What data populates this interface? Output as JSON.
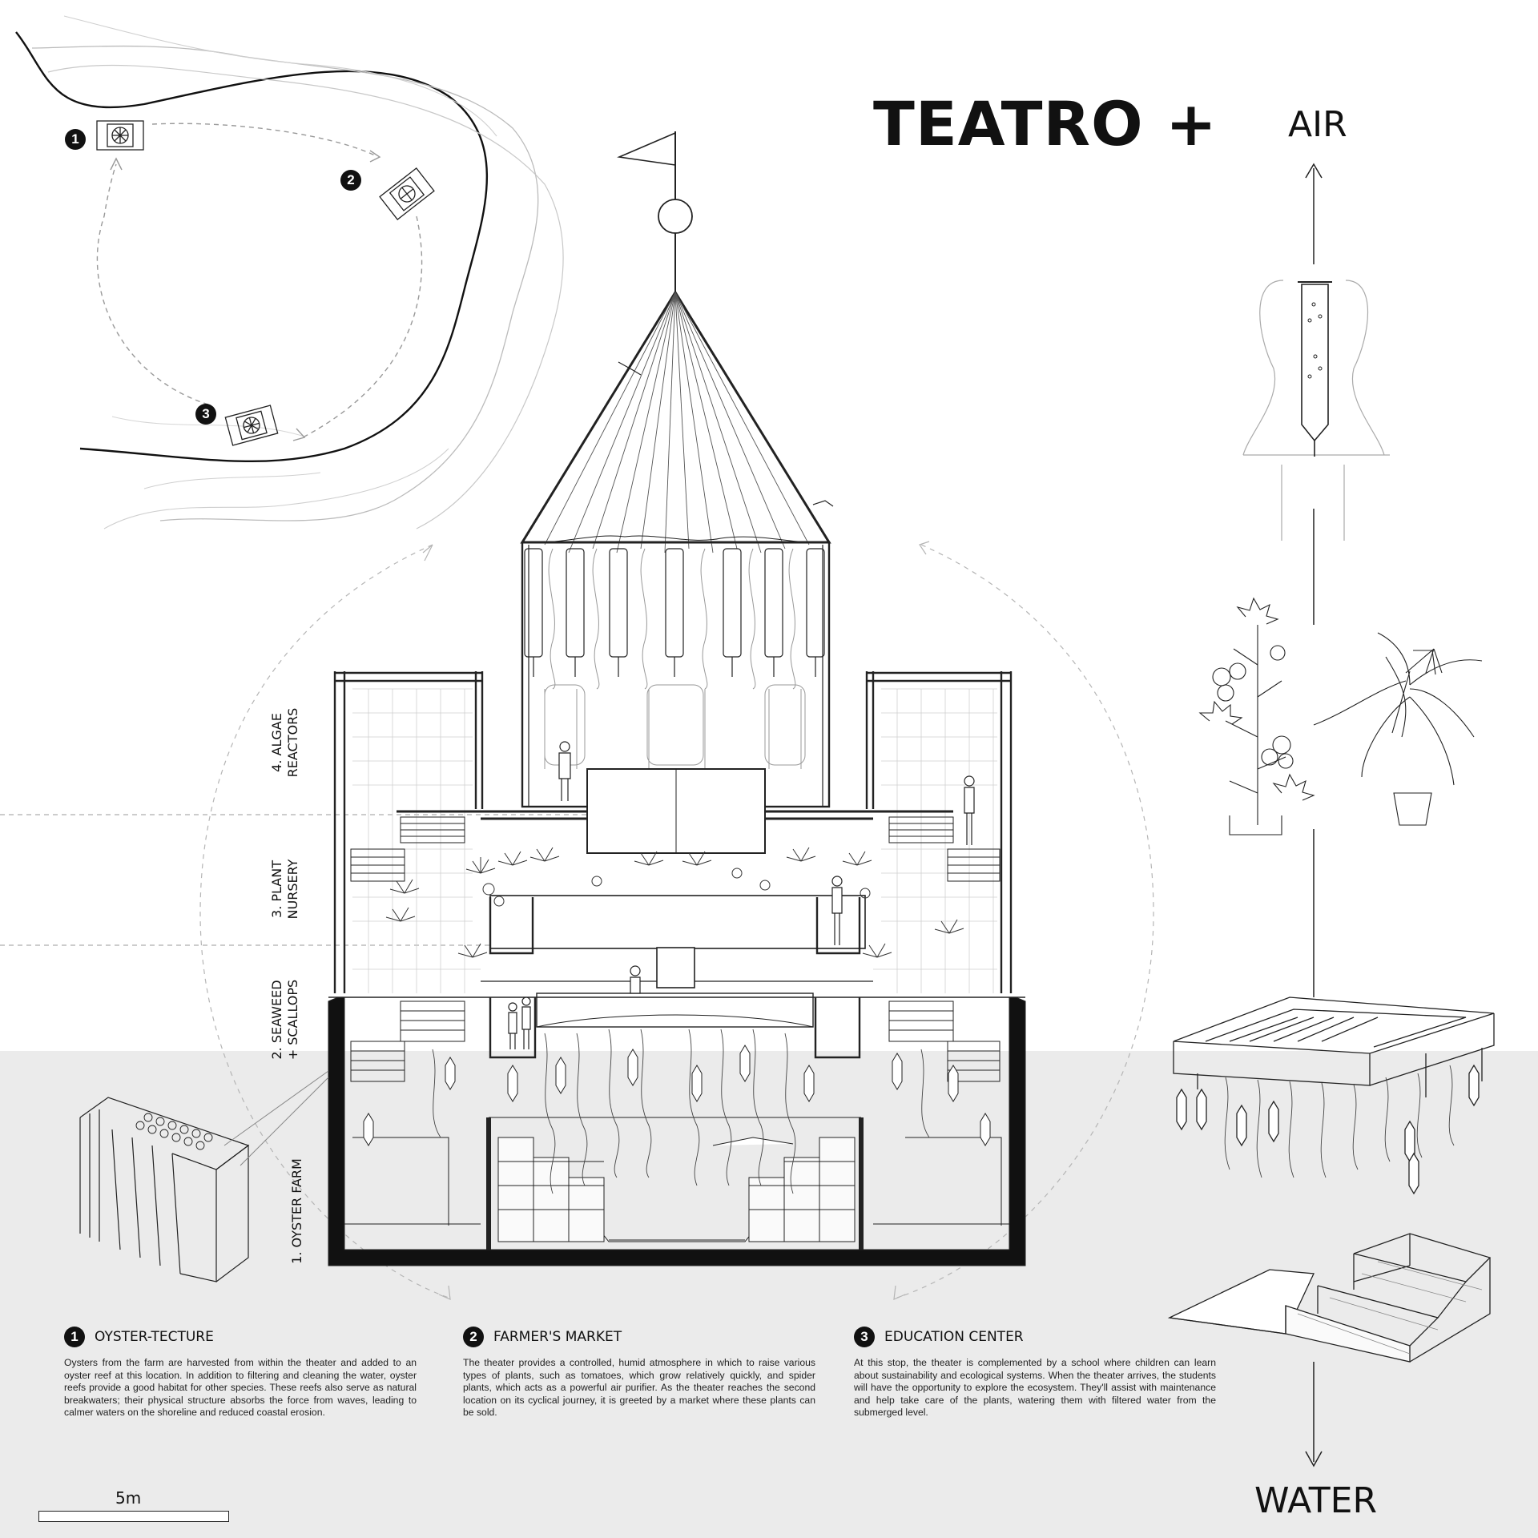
{
  "title": "TEATRO +",
  "axis": {
    "top_label": "AIR",
    "bottom_label": "WATER"
  },
  "map": {
    "stops": [
      "1",
      "2",
      "3"
    ]
  },
  "section_levels": [
    {
      "name": "4. ALGAE",
      "name2": "REACTORS"
    },
    {
      "name": "3. PLANT",
      "name2": "NURSERY"
    },
    {
      "name": "2. SEAWEED",
      "name2": "+ SCALLOPS"
    },
    {
      "name": "1. OYSTER FARM",
      "name2": ""
    }
  ],
  "descriptions": [
    {
      "num": "1",
      "heading": "OYSTER-TECTURE",
      "body": "Oysters from the farm are harvested from within the theater and added to an oyster reef at this location. In addition to filtering and cleaning the water, oyster reefs provide a good habitat for other species. These reefs also serve as natural breakwaters; their physical structure absorbs the force from waves, leading to calmer waters on the shoreline and reduced coastal erosion."
    },
    {
      "num": "2",
      "heading": "FARMER'S MARKET",
      "body": "The theater provides a controlled, humid atmosphere in which to raise various types of plants, such as tomatoes, which grow relatively quickly, and spider plants, which acts as a powerful air purifier. As the theater reaches the second location on its cyclical journey, it is greeted by a market where these plants can be sold."
    },
    {
      "num": "3",
      "heading": "EDUCATION CENTER",
      "body": "At this stop, the theater is complemented by a school where children can learn about sustainability and ecological systems. When the theater arrives, the students will have the opportunity to explore the ecosystem. They'll assist with maintenance and help take care of the plants, watering them with filtered water from the submerged level."
    }
  ],
  "scale_bar": {
    "label": "5m"
  },
  "colors": {
    "ink": "#111111",
    "water": "#ebebeb",
    "light_line": "#9a9a9a"
  }
}
